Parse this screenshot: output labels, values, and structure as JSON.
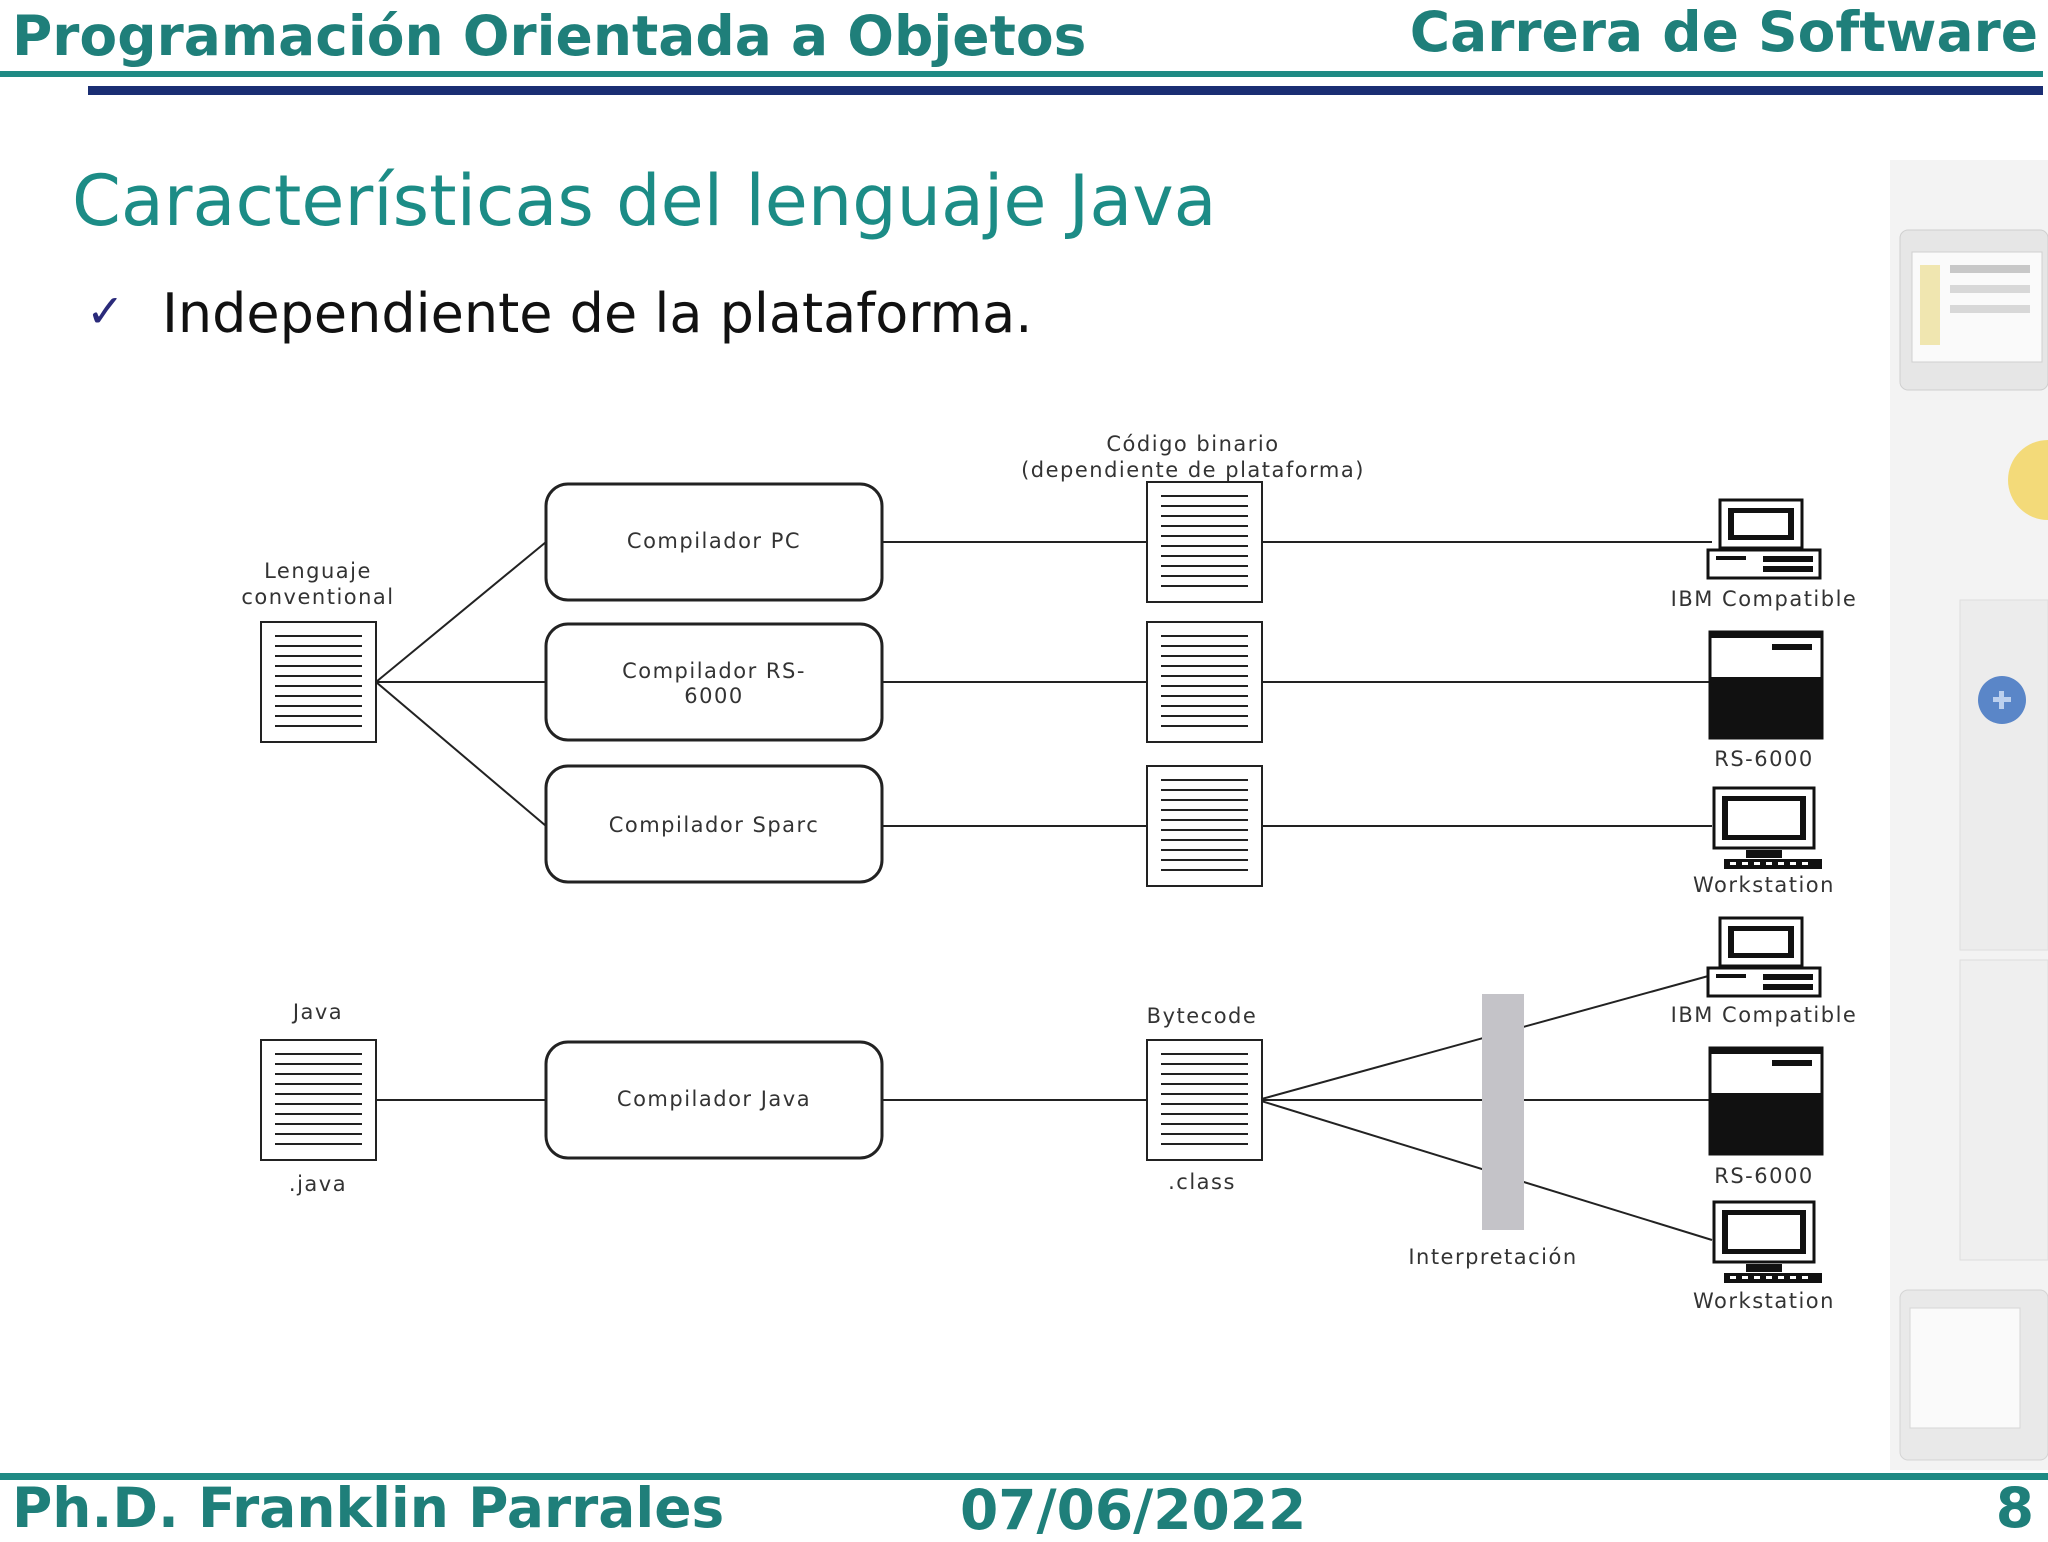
{
  "header": {
    "course": "Programación Orientada a Objetos",
    "program": "Carrera de Software"
  },
  "slide": {
    "title": "Características del lenguaje Java",
    "bullet_mark": "✓",
    "bullet": "Independiente de la plataforma."
  },
  "diagram": {
    "top": {
      "source_label_line1": "Lenguaje",
      "source_label_line2": "conventional",
      "binary_label_line1": "Código binario",
      "binary_label_line2": "(dependiente de plataforma)",
      "compilers": [
        {
          "line1": "Compilador PC",
          "line2": ""
        },
        {
          "line1": "Compilador RS-",
          "line2": "6000"
        },
        {
          "line1": "Compilador Sparc",
          "line2": ""
        }
      ],
      "machines": [
        "IBM Compatible",
        "RS-6000",
        "Workstation"
      ]
    },
    "bottom": {
      "source_label": "Java",
      "source_ext": ".java",
      "compiler": "Compilador Java",
      "bytecode_label": "Bytecode",
      "bytecode_ext": ".class",
      "interpreter_label": "Interpretación",
      "machines": [
        "IBM Compatible",
        "RS-6000",
        "Workstation"
      ]
    }
  },
  "footer": {
    "author": "Ph.D. Franklin Parrales",
    "date": "07/06/2022",
    "page": "8"
  }
}
